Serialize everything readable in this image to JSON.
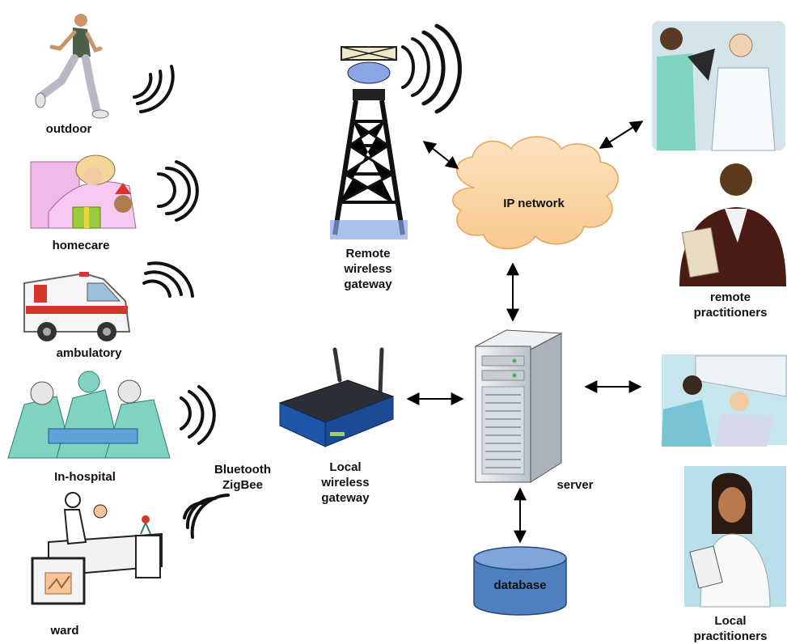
{
  "labels": {
    "outdoor": "outdoor",
    "homecare": "homecare",
    "ambulatory": "ambulatory",
    "in_hospital": "In-hospital",
    "ward": "ward",
    "bluetooth": "Bluetooth",
    "zigbee": "ZigBee",
    "remote_gateway": "Remote\nwireless\ngateway",
    "ip_network": "IP network",
    "local_gateway": "Local\nwireless\ngateway",
    "server": "server",
    "database": "database",
    "remote_practitioners": "remote\npractitioners",
    "local_practitioners": "Local\npractitioners"
  },
  "colors": {
    "cloud_fill": "#fbd7a6",
    "cloud_stroke": "#e8a35a",
    "database_fill": "#4f7fbf",
    "database_stroke": "#23497a",
    "router_body": "#1d55a8",
    "server_body": "#d8dde3",
    "scrubs": "#7fd3c0",
    "ambulance_red": "#d9342b"
  }
}
